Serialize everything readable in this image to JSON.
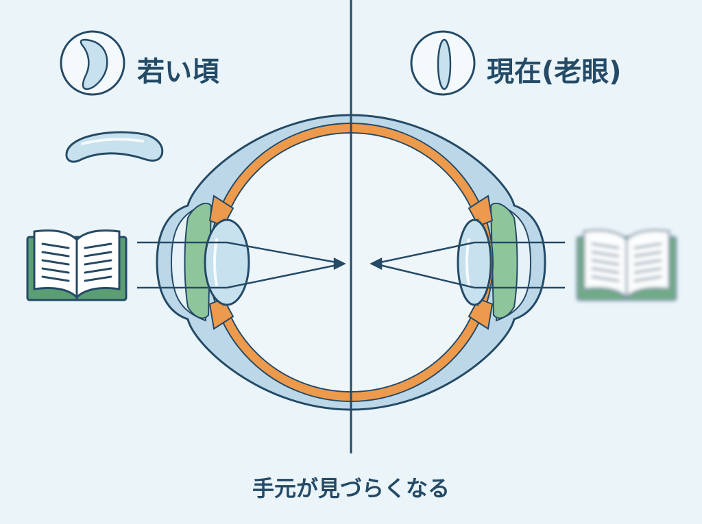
{
  "labels": {
    "young": "若い頃",
    "present": "現在(老眼)",
    "caption": "手元が見づらくなる"
  },
  "icons": {
    "young_lens": "thick-lens-icon",
    "present_lens": "thin-lens-icon",
    "book": "open-book-icon"
  },
  "colors": {
    "background": "#eaf4f9",
    "outline": "#244a66",
    "sclera": "#bcd8e8",
    "choroid": "#ee9a4c",
    "lens": "#c7e1ee",
    "ciliary_muscle": "#8fc59a",
    "book_cover": "#5b9e73"
  },
  "focus": {
    "young": "on-retina-center",
    "present": "behind-center"
  }
}
